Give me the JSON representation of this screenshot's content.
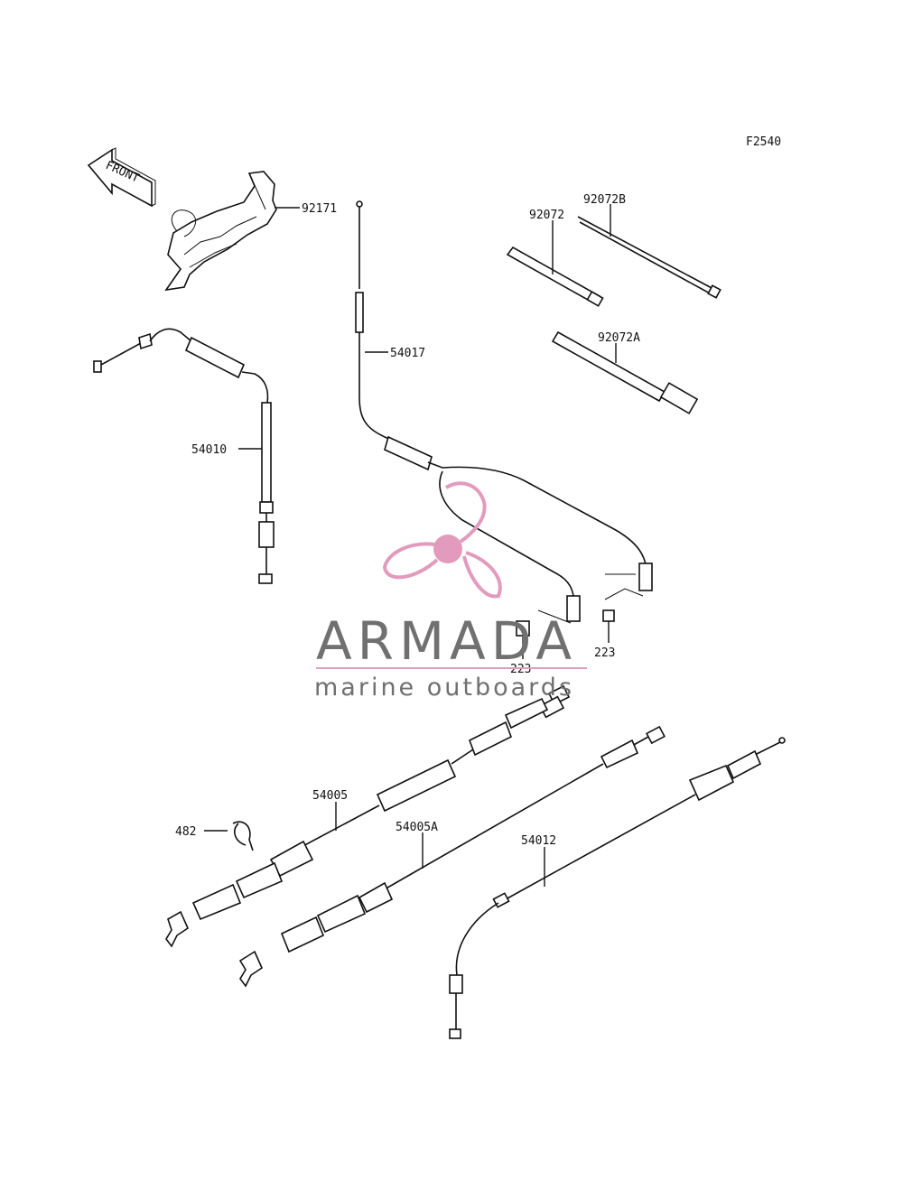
{
  "figure_code": "F2540",
  "front_label": "FRONT",
  "parts": {
    "p92171": "92171",
    "p54017": "54017",
    "p92072B": "92072B",
    "p92072": "92072",
    "p92072A": "92072A",
    "p54010": "54010",
    "p223a": "223",
    "p223b": "223",
    "p54005": "54005",
    "p482": "482",
    "p54005A": "54005A",
    "p54012": "54012"
  },
  "watermark": {
    "brand": "ARMADA",
    "tagline": "marine outboards",
    "logo_color": "#e39bbd",
    "text_color": "#707070"
  },
  "icons": [
    "front-arrow-icon",
    "propeller-logo-icon"
  ]
}
